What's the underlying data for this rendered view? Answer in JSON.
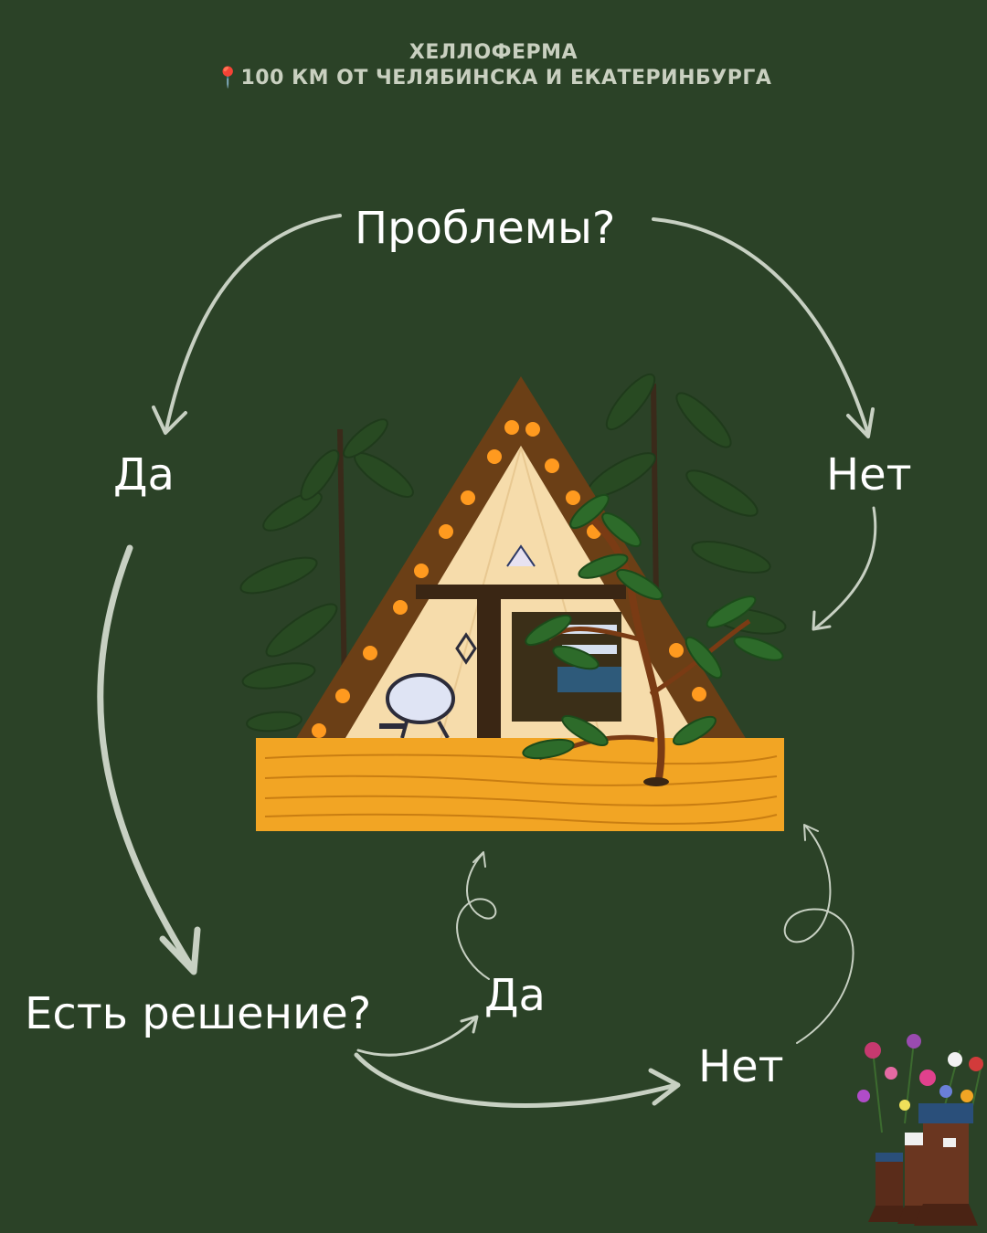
{
  "header": {
    "brand": "ХЕЛЛОФЕРМА",
    "pin_glyph": "📍",
    "location": "100 КМ ОТ ЧЕЛЯБИНСКА И ЕКАТЕРИНБУРГА"
  },
  "flow": {
    "question_1": "Проблемы?",
    "answer_yes_1": "Да",
    "answer_no_1": "Нет",
    "question_2": "Есть решение?",
    "answer_yes_2": "Да",
    "answer_no_2": "Нет"
  },
  "illustrations": {
    "center": "a-frame-cabin-illustration",
    "corner": "boots-with-flowers-illustration"
  },
  "colors": {
    "background": "#2b4227",
    "arrow": "#c7d0c2",
    "text": "#ffffff",
    "header_text": "#c9d0c0",
    "bulb": "#ff9a1f",
    "wood": "#f2a524",
    "tree": "#284a22"
  }
}
